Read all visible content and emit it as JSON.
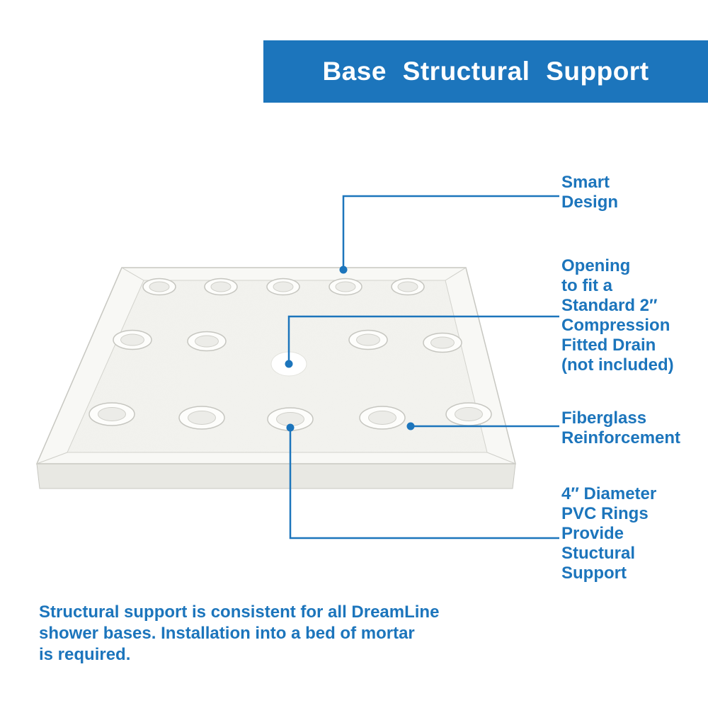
{
  "theme": {
    "accent": "#1c75bc",
    "header_bg": "#1c75bc",
    "header_text": "#ffffff"
  },
  "header": {
    "title": "Base Structural Support"
  },
  "callouts": [
    {
      "id": "smart-design",
      "label": "Smart\nDesign"
    },
    {
      "id": "drain-opening",
      "label": "Opening\nto fit a\nStandard 2″\nCompression\nFitted Drain\n(not included)"
    },
    {
      "id": "fiberglass-reinforcement",
      "label": "Fiberglass\nReinforcement"
    },
    {
      "id": "pvc-rings",
      "label": "4″ Diameter\nPVC Rings\nProvide\nStuctural\nSupport"
    }
  ],
  "footer": {
    "text": "Structural support is consistent for all DreamLine\nshower bases. Installation into a bed of mortar\nis required."
  }
}
